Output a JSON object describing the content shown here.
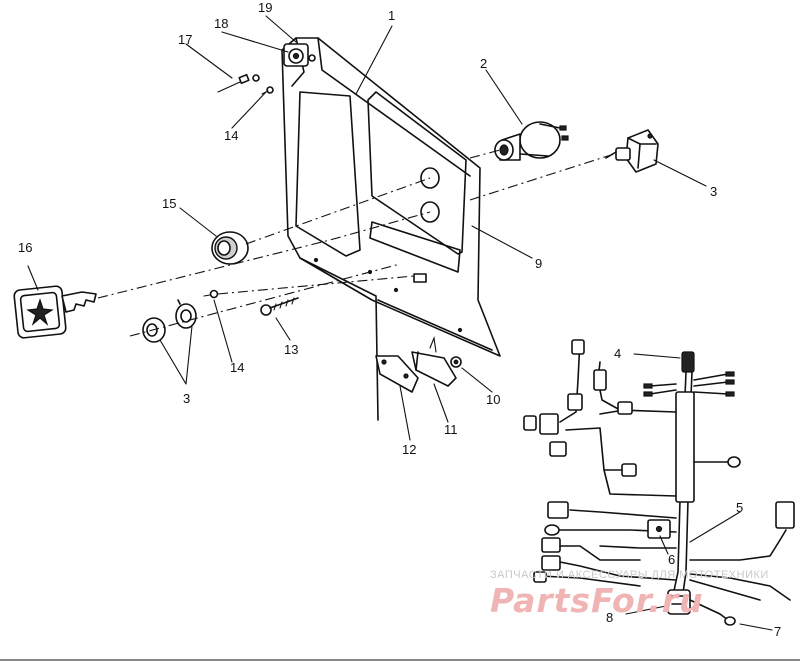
{
  "callouts": {
    "n1": "1",
    "n2": "2",
    "n3a": "3",
    "n3b": "3",
    "n4": "4",
    "n5": "5",
    "n6": "6",
    "n7": "7",
    "n8": "8",
    "n9": "9",
    "n10": "10",
    "n11": "11",
    "n12": "12",
    "n13": "13",
    "n14a": "14",
    "n14b": "14",
    "n15": "15",
    "n16": "16",
    "n17": "17",
    "n18": "18",
    "n19": "19"
  },
  "watermark": {
    "caption": "ЗАПЧАСТИ И АКСЕССУАРЫ ДЛЯ МОТОТЕХНИКИ",
    "logo": "PartsFor.ru"
  }
}
